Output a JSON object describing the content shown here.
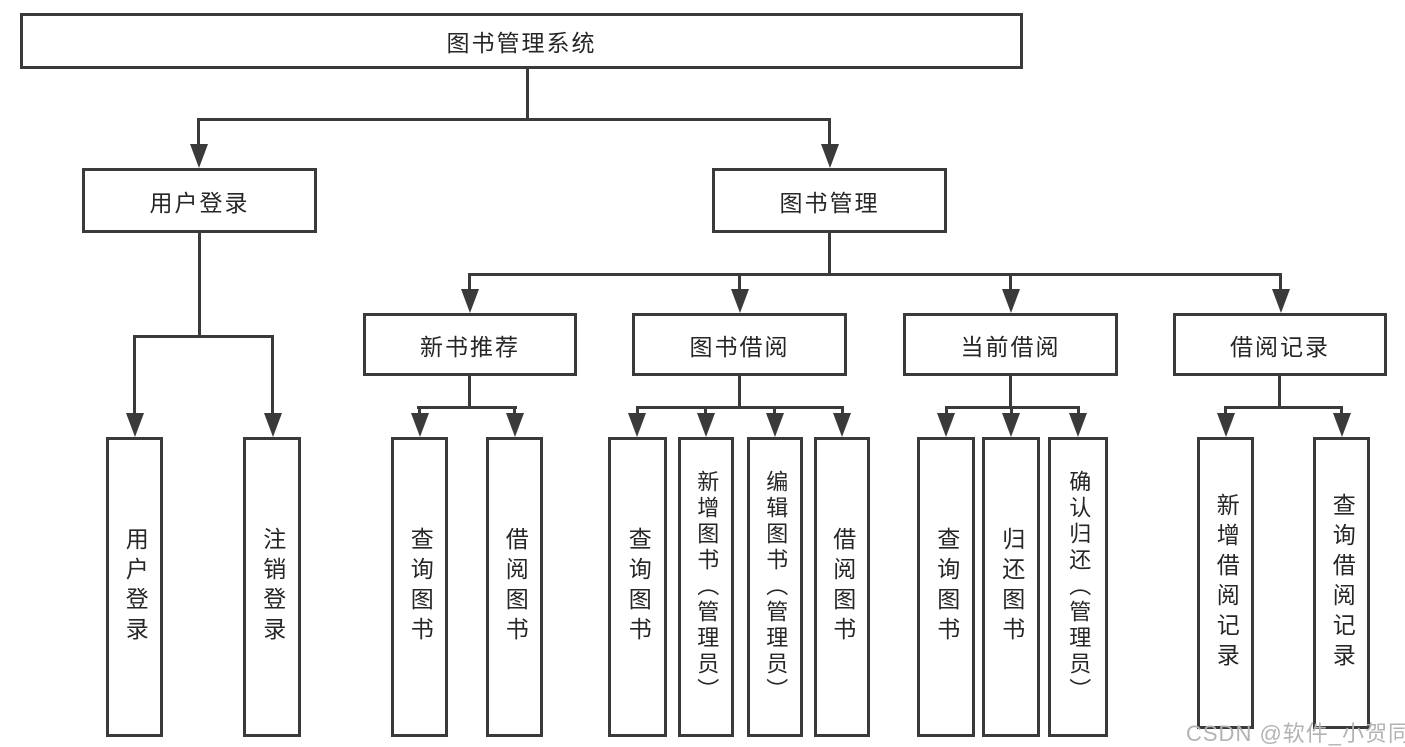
{
  "colors": {
    "line": "#3a3a3a",
    "text": "#262626",
    "background": "#ffffff",
    "watermark": "#b3b3b3"
  },
  "tree": {
    "root": {
      "label": "图书管理系统"
    },
    "branches": [
      {
        "label": "用户登录",
        "children": [
          {
            "label": "用户登录"
          },
          {
            "label": "注销登录"
          }
        ]
      },
      {
        "label": "图书管理",
        "children": [
          {
            "label": "新书推荐",
            "children": [
              {
                "label": "查询图书"
              },
              {
                "label": "借阅图书"
              }
            ]
          },
          {
            "label": "图书借阅",
            "children": [
              {
                "label": "查询图书"
              },
              {
                "label": "新增图书（管理员）"
              },
              {
                "label": "编辑图书（管理员）"
              },
              {
                "label": "借阅图书"
              }
            ]
          },
          {
            "label": "当前借阅",
            "children": [
              {
                "label": "查询图书"
              },
              {
                "label": "归还图书"
              },
              {
                "label": "确认归还（管理员）"
              }
            ]
          },
          {
            "label": "借阅记录",
            "children": [
              {
                "label": "新增借阅记录"
              },
              {
                "label": "查询借阅记录"
              }
            ]
          }
        ]
      }
    ]
  },
  "watermark": {
    "text": "CSDN @软件_小贺同学"
  }
}
